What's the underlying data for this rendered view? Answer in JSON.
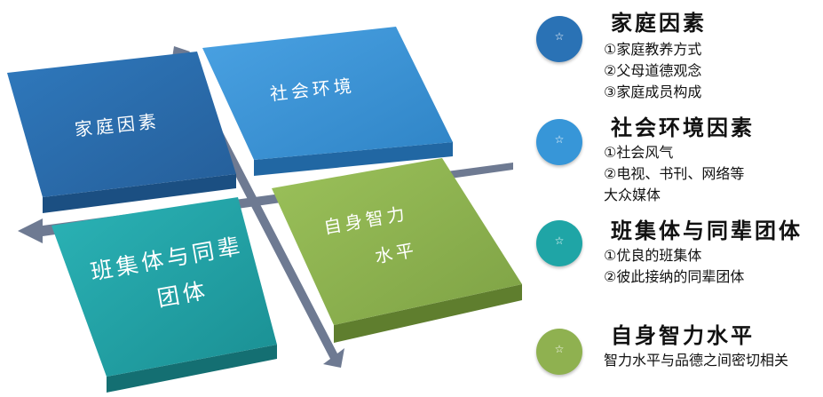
{
  "tiles": {
    "family": "家庭因素",
    "society": "社会环境",
    "class_line1": "班集体与同辈",
    "class_line2": "团体",
    "intellect_line1": "自身智力",
    "intellect_line2": "水平"
  },
  "legend": [
    {
      "title": "家庭因素",
      "color": "#2a72b5",
      "lines": [
        "①家庭教养方式",
        "②父母道德观念",
        "③家庭成员构成"
      ]
    },
    {
      "title": "社会环境因素",
      "color": "#3796d8",
      "lines": [
        "①社会风气",
        "②电视、书刊、网络等",
        "大众媒体"
      ]
    },
    {
      "title": "班集体与同辈团体",
      "color": "#1fa5a6",
      "lines": [
        "①优良的班集体",
        "②彼此接纳的同辈团体"
      ]
    },
    {
      "title": "自身智力水平",
      "color": "#8fb150",
      "lines": [
        "智力水平与品德之间密切相关"
      ]
    }
  ],
  "bullet_icon": "star-icon",
  "colors": {
    "family": "#2a6aa8",
    "society": "#3a8fd4",
    "class_group": "#1f9fa3",
    "intellect": "#8db04f",
    "arrow": "#6e7a92"
  }
}
